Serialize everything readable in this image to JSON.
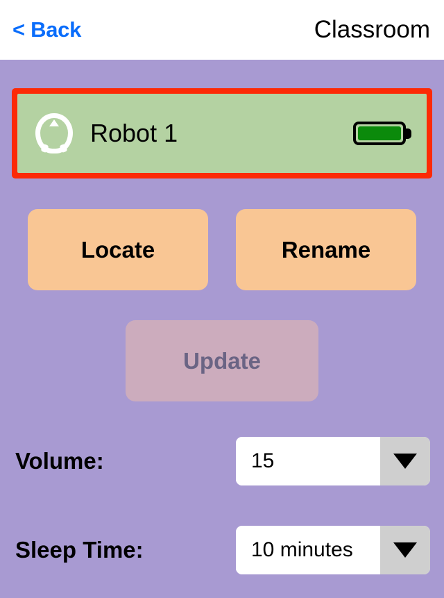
{
  "header": {
    "back_label": "< Back",
    "title": "Classroom"
  },
  "robot_card": {
    "icon": "robot-head-icon",
    "name": "Robot 1",
    "selected": true,
    "selection_color": "#fc2a06",
    "card_color": "#b4d2a2",
    "battery": {
      "icon": "battery-full-icon",
      "level_color": "#0b8a0b"
    }
  },
  "actions": {
    "locate_label": "Locate",
    "rename_label": "Rename",
    "update_label": "Update",
    "button_color": "#f9c694",
    "disabled_button_color": "#ccacbd"
  },
  "settings": [
    {
      "label": "Volume:",
      "value": "15",
      "arrow_icon": "chevron-down-icon"
    },
    {
      "label": "Sleep Time:",
      "value": "10 minutes",
      "arrow_icon": "chevron-down-icon"
    }
  ],
  "theme": {
    "background": "#a89ad2",
    "header_background": "#ffffff",
    "accent_link": "#0a6dfb"
  }
}
